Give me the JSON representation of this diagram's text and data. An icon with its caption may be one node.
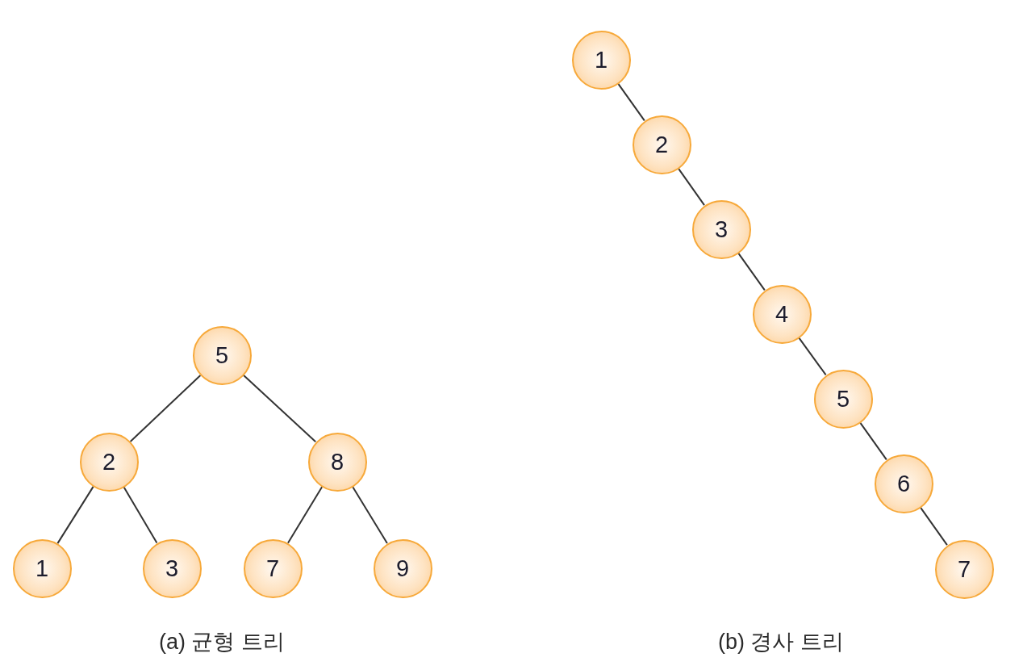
{
  "diagram": {
    "nodes": [
      {
        "text": [
          "5"
        ]
      },
      {
        "text": [
          "2"
        ]
      },
      {
        "text": [
          "8"
        ]
      },
      {
        "text": [
          "1"
        ]
      },
      {
        "text": [
          "3"
        ]
      },
      {
        "text": [
          "7"
        ]
      },
      {
        "text": [
          "9"
        ]
      },
      {
        "text": [
          "1"
        ]
      },
      {
        "text": [
          "2"
        ]
      },
      {
        "text": [
          "3"
        ]
      },
      {
        "text": [
          "4"
        ]
      },
      {
        "text": [
          "5"
        ]
      },
      {
        "text": [
          "6"
        ]
      },
      {
        "text": [
          "7"
        ]
      }
    ],
    "edges": [
      {
        "from": 0,
        "to": 1,
        "arrow": "none"
      },
      {
        "from": 0,
        "to": 2,
        "arrow": "none"
      },
      {
        "from": 1,
        "to": 3,
        "arrow": "none"
      },
      {
        "from": 1,
        "to": 4,
        "arrow": "none"
      },
      {
        "from": 2,
        "to": 5,
        "arrow": "none"
      },
      {
        "from": 2,
        "to": 6,
        "arrow": "none"
      },
      {
        "from": 7,
        "to": 8,
        "arrow": "none"
      },
      {
        "from": 8,
        "to": 9,
        "arrow": "none"
      },
      {
        "from": 9,
        "to": 10,
        "arrow": "none"
      },
      {
        "from": 10,
        "to": 11,
        "arrow": "none"
      },
      {
        "from": 11,
        "to": 12,
        "arrow": "none"
      },
      {
        "from": 12,
        "to": 13,
        "arrow": "none"
      }
    ],
    "labels": [
      "(a) 균형 트리",
      "(b) 경사 트리"
    ]
  }
}
